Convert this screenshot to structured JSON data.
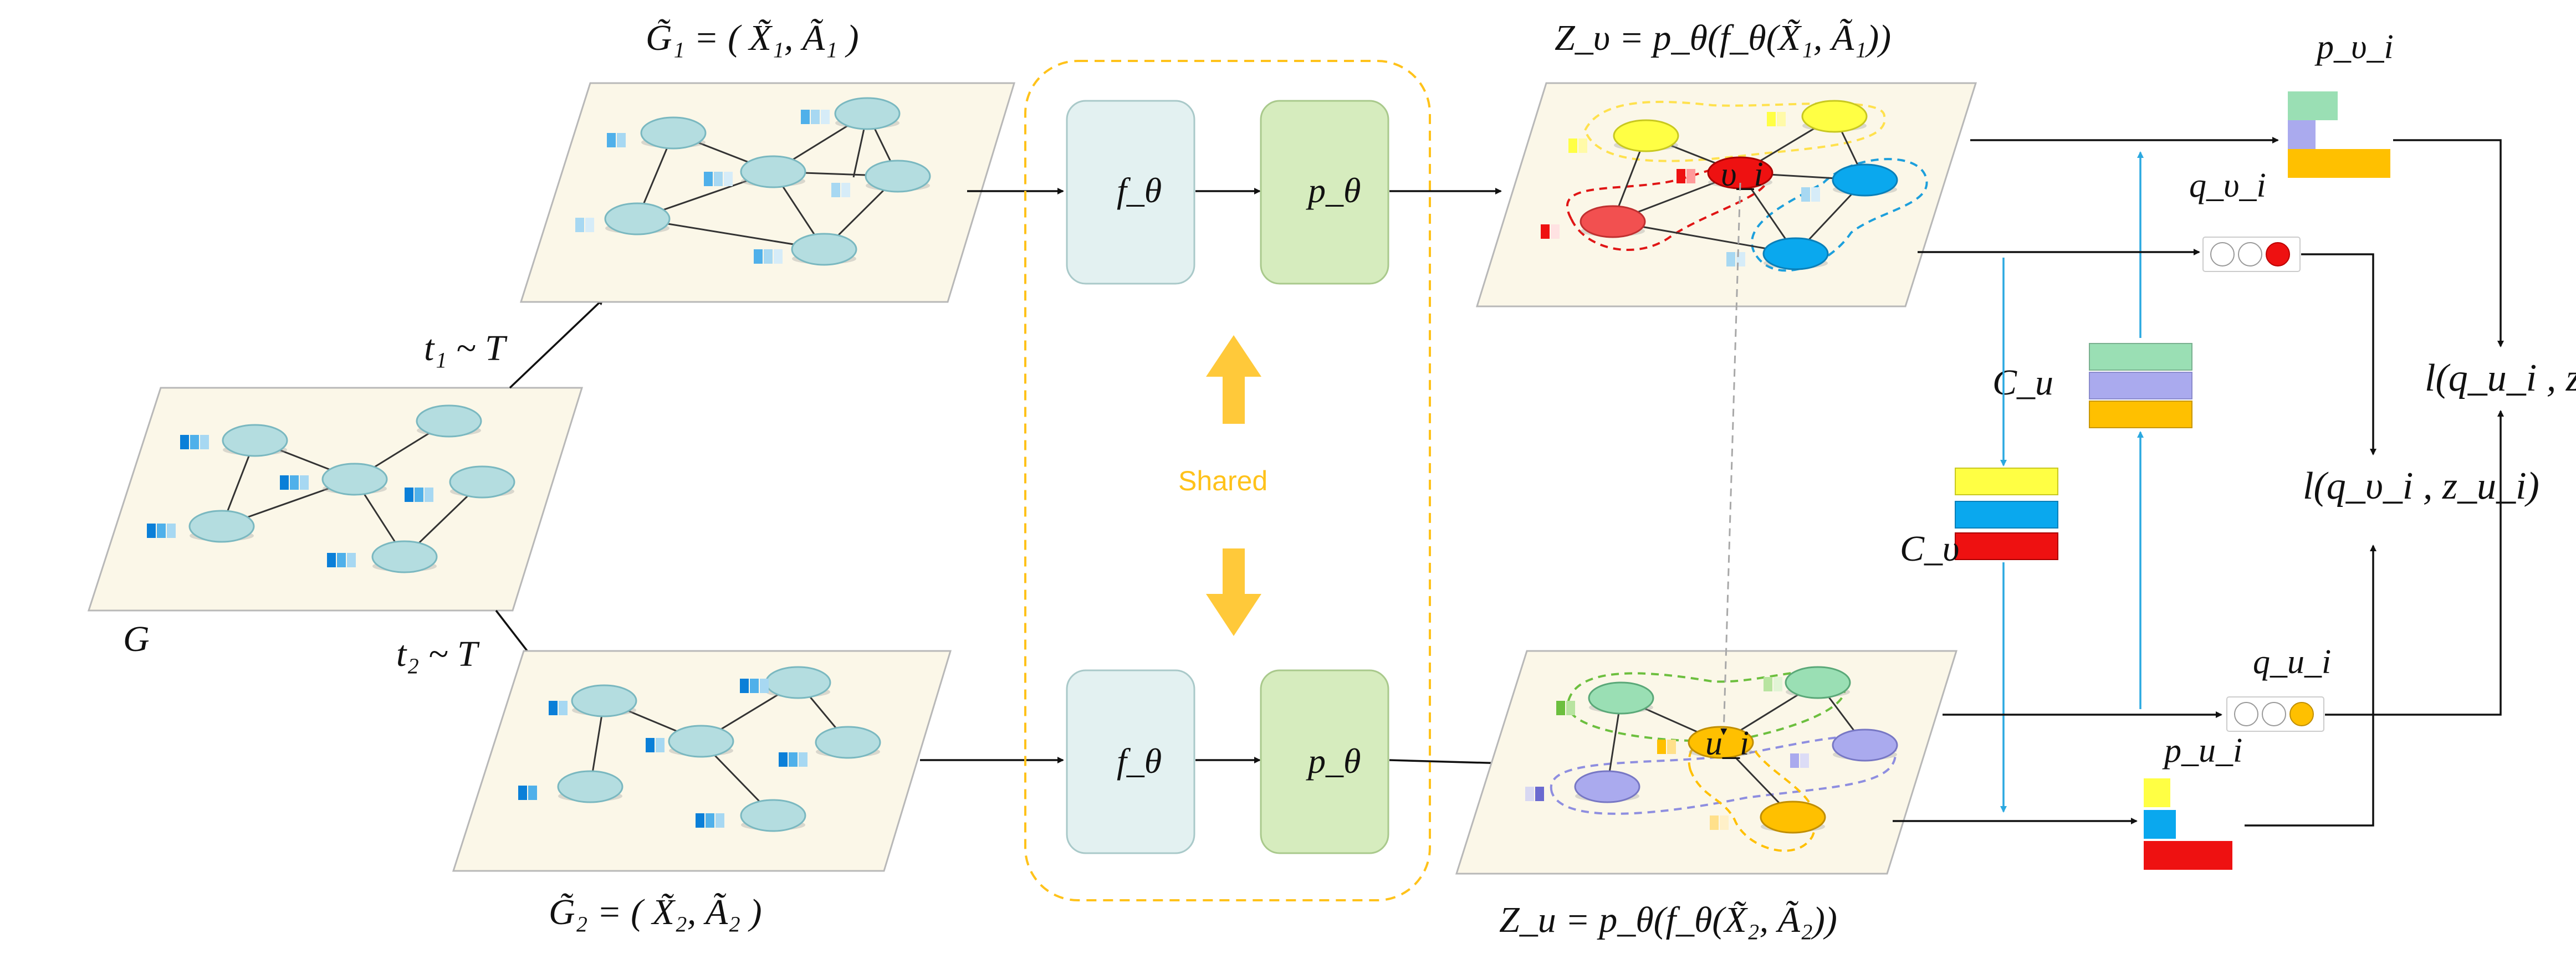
{
  "labels": {
    "G": "G",
    "t1": "t₁ ~ T",
    "t2": "t₂ ~ T",
    "G1": "G̃₁ = ( X̃₁, Ã₁ )",
    "G2": "G̃₂ = ( X̃₂, Ã₂ )",
    "f_theta": "f_θ",
    "p_theta": "p_θ",
    "shared": "Shared",
    "Zv": "Z_υ = p_θ(f_θ(X̃₁, Ã₁))",
    "Zu": "Z_u = p_θ(f_θ(X̃₂, Ã₂))",
    "vi": "υ_i",
    "ui": "u_i",
    "Cu": "C_u",
    "Cv": "C_υ",
    "q_vi": "q_υ_i",
    "q_ui": "q_u_i",
    "p_vi": "p_υ_i",
    "p_ui": "p_u_i",
    "loss1": "l(q_u_i , z_υ_i)",
    "loss2": "l(q_υ_i , z_u_i)"
  },
  "colors": {
    "node": "#b4dde0",
    "yellow": "#ffff44",
    "red": "#ee1111",
    "blue": "#0aa8ee",
    "green": "#9adfb4",
    "lavender": "#aaaaee",
    "orange": "#ffc000",
    "shared_border": "#ffc21a",
    "encoder_fill": "#e3f1f1",
    "projector_fill": "#d6ecbe",
    "plane_fill": "#fbf7e8",
    "link_blue": "#2aa8e0"
  }
}
